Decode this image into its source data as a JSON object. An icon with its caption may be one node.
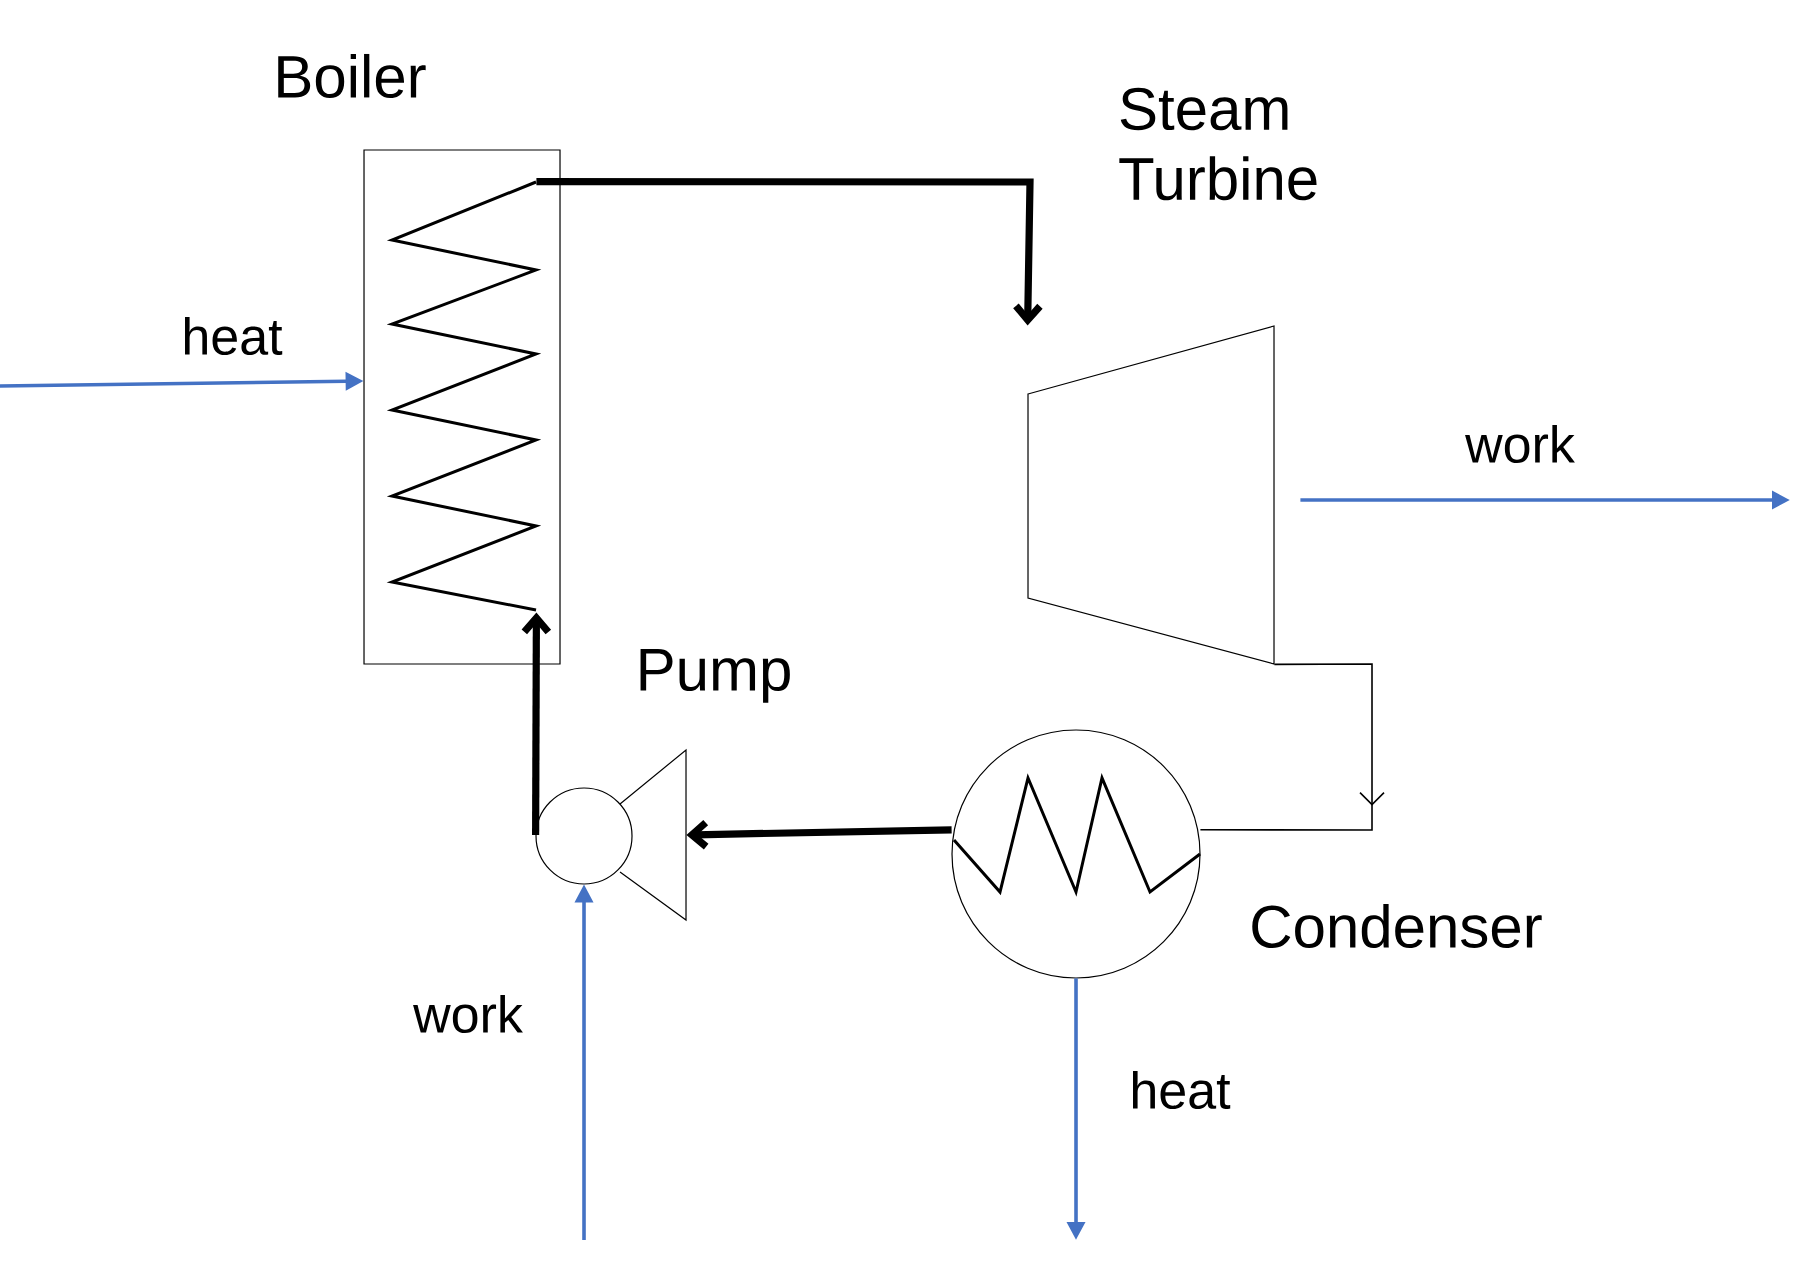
{
  "diagram": {
    "nodes": [
      {
        "text": [
          "Boiler"
        ]
      },
      {
        "text": [
          "Steam Turbine"
        ]
      },
      {
        "text": [
          "Condenser"
        ]
      },
      {
        "text": [
          "Pump"
        ]
      }
    ],
    "edges": [
      {
        "from": 0,
        "to": 1,
        "arrow": "to",
        "style": "thick"
      },
      {
        "from": 1,
        "to": 2,
        "arrow": "to"
      },
      {
        "from": 2,
        "to": 3,
        "arrow": "to",
        "style": "thick"
      },
      {
        "from": 3,
        "to": 0,
        "arrow": "to",
        "style": "thick"
      },
      {
        "from": null,
        "to": 0,
        "arrow": "to",
        "label": "heat",
        "color": "#4472c4"
      },
      {
        "from": 1,
        "to": null,
        "arrow": "to",
        "label": "work",
        "color": "#4472c4"
      },
      {
        "from": 2,
        "to": null,
        "arrow": "to",
        "label": "heat",
        "color": "#4472c4"
      },
      {
        "from": null,
        "to": 3,
        "arrow": "to",
        "label": "work",
        "color": "#4472c4"
      }
    ]
  }
}
